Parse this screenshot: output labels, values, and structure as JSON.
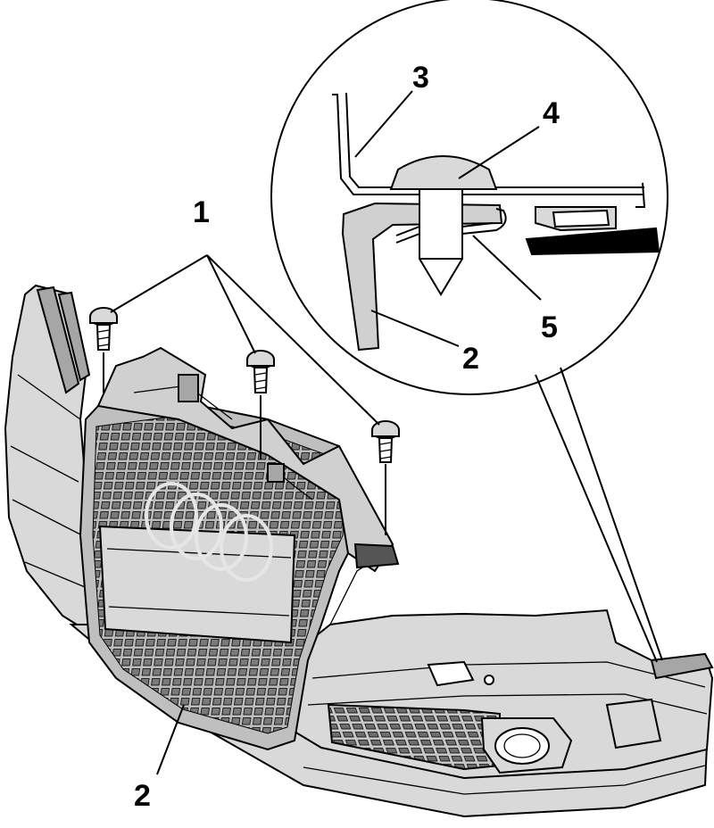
{
  "callouts": {
    "screws": "1",
    "grille_bottom": "2",
    "detail_grille": "2",
    "detail_bracket": "3",
    "detail_screw": "4",
    "detail_clip": "5"
  },
  "colors": {
    "line": "#000000",
    "part_fill": "#d9d9d9",
    "part_dark": "#8c8c8c",
    "background": "#ffffff"
  }
}
